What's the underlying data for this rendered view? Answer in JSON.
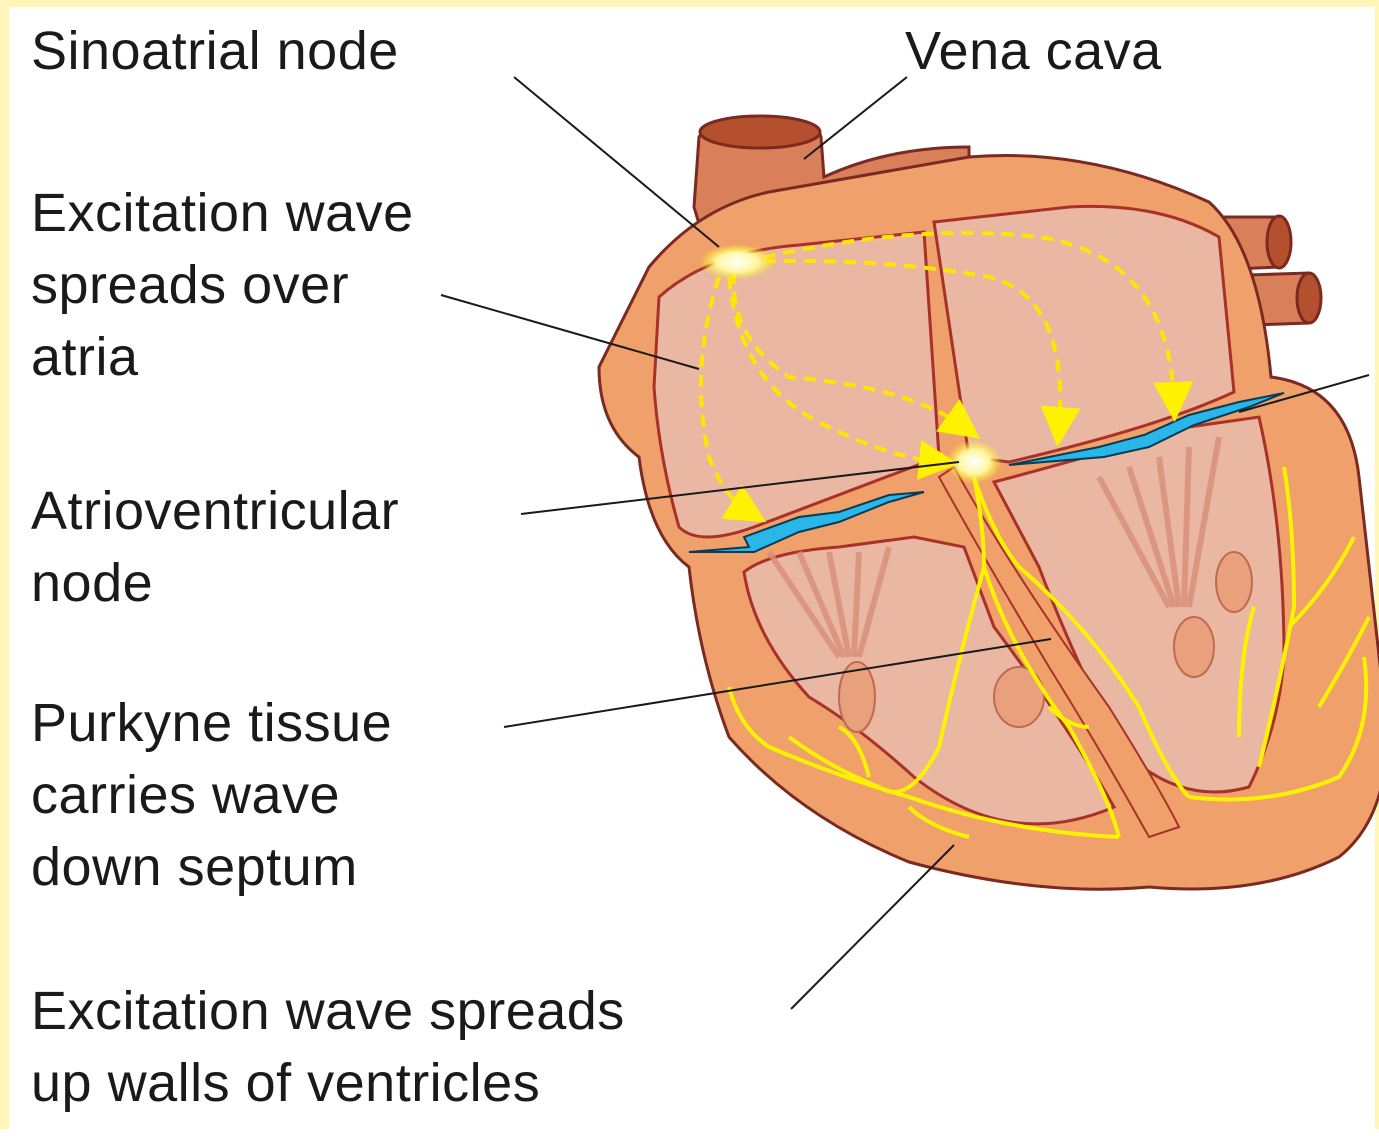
{
  "colors": {
    "frame": "#fff6b8",
    "heart_wall": "#f0a06a",
    "heart_outline": "#7a2a20",
    "chamber": "#e9b7a2",
    "conduction": "#fff200",
    "valve": "#29b6e8",
    "vessel": "#d9805a",
    "text": "#1a1a1a"
  },
  "labels": {
    "sa_node": [
      "Sinoatrial node"
    ],
    "vena_cava": [
      "Vena cava"
    ],
    "atria_wave": [
      "Excitation wave",
      "spreads over",
      "atria"
    ],
    "av_node": [
      "Atrioventricular",
      "node"
    ],
    "purkyne": [
      "Purkyne tissue",
      "carries wave",
      "down septum"
    ],
    "ventricle_wave": [
      "Excitation wave spreads",
      "up walls of ventricles"
    ]
  }
}
